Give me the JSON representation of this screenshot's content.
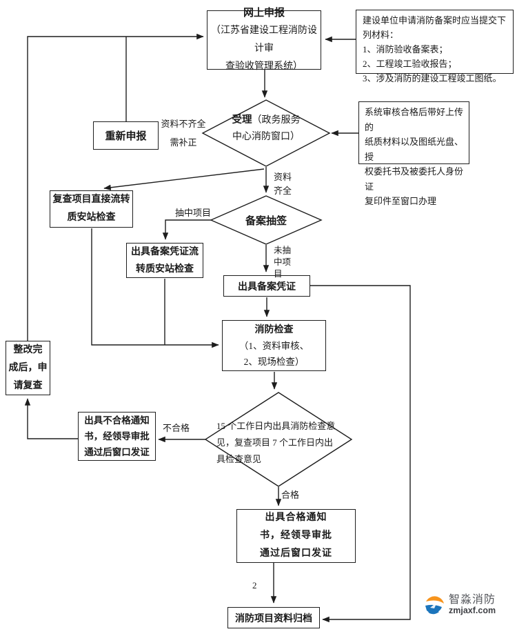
{
  "flowchart": {
    "online_box": {
      "title": "网上申报",
      "body": "（江苏省建设工程消防设计审\n查验收管理系统）"
    },
    "materials_box": {
      "text": "建设单位申请消防备案时应当提交下列材料：\n1、消防验收备案表；\n2、工程竣工验收报告；\n3、涉及消防的建设工程竣工图纸。"
    },
    "reapply_box": {
      "label": "重新申报"
    },
    "accept_diamond": {
      "title": "受理",
      "body": "（政务服务\n中心消防窗口）"
    },
    "system_box": {
      "text": "系统审核合格后带好上传的\n纸质材料以及图纸光盘、授\n权委托书及被委托人身份证\n复印件至窗口办理"
    },
    "recheck_transfer_box": {
      "label": "复查项目直接流转\n质安站检查"
    },
    "lottery_diamond": {
      "label": "备案抽签"
    },
    "cert_transfer_box": {
      "label": "出具备案凭证流\n转质安站检查"
    },
    "cert_box": {
      "label": "出具备案凭证"
    },
    "inspection_box": {
      "title": "消防检查",
      "body": "（1、资料审核、\n2、现场检查）"
    },
    "rectify_box": {
      "label": "整改完\n成后，申\n请复查"
    },
    "result_diamond": {
      "label": "15 个工作日内出具消防检查意\n见，复查项目 7 个工作日内出\n具检查意见"
    },
    "fail_box": {
      "label": "出具不合格通知\n书，经领导审批\n通过后窗口发证"
    },
    "pass_box": {
      "label": "出具合格通知\n书，经领导审批\n通过后窗口发证"
    },
    "archive_box": {
      "label": "消防项目资料归档"
    },
    "labels": {
      "incomplete": "资料不齐全\n需补正",
      "complete": "资料\n齐全",
      "selected": "抽中项目",
      "not_selected": "未抽\n中项\n目",
      "fail": "不合格",
      "pass": "合格",
      "page_number": "2"
    }
  },
  "logo": {
    "name": "智淼消防",
    "url": "zmjaxf.com",
    "orange": "#f7941d",
    "blue": "#1c75bc",
    "text_color": "#54565b"
  }
}
